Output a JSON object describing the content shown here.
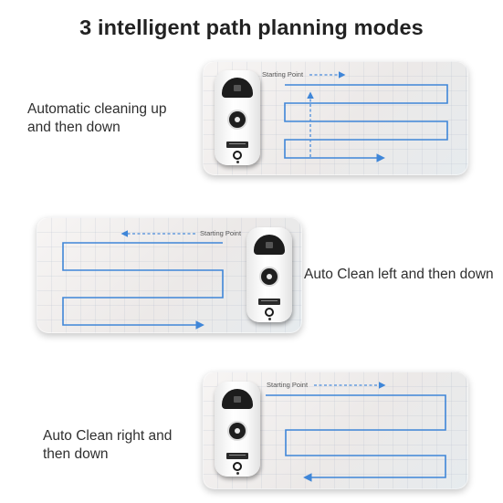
{
  "title": "3 intelligent path planning modes",
  "starting_point_label": "Starting Point",
  "modes": [
    {
      "caption_line1": "Automatic cleaning up",
      "caption_line2": "and then down"
    },
    {
      "caption_line1": "Auto Clean left and then down",
      "caption_line2": ""
    },
    {
      "caption_line1": "Auto Clean right and",
      "caption_line2": "then down"
    }
  ],
  "colors": {
    "path_blue": "#3f86d8",
    "dashed_blue": "#4a8cdc",
    "title": "#222222",
    "caption": "#2f2f2f"
  },
  "icons": [
    "window-cleaning-robot-icon",
    "arrow-right-icon",
    "arrow-left-icon",
    "arrow-up-icon"
  ]
}
